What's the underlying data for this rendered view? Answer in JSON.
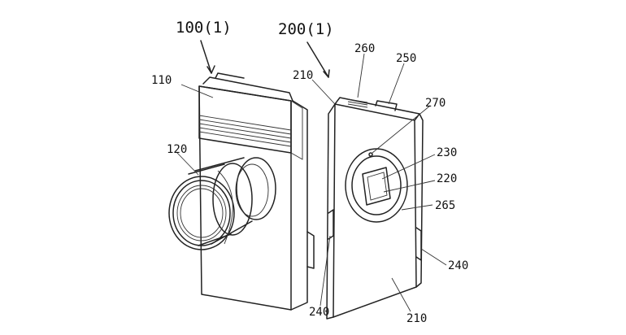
{
  "figure": {
    "assembly_left": "100(1)",
    "assembly_right": "200(1)",
    "labels": {
      "l110": "110",
      "l120": "120",
      "l210_top": "210",
      "l260": "260",
      "l250": "250",
      "l270": "270",
      "l230": "230",
      "l220": "220",
      "l265": "265",
      "l240_right": "240",
      "l240_bottom": "240",
      "l210_bottom": "210"
    }
  }
}
